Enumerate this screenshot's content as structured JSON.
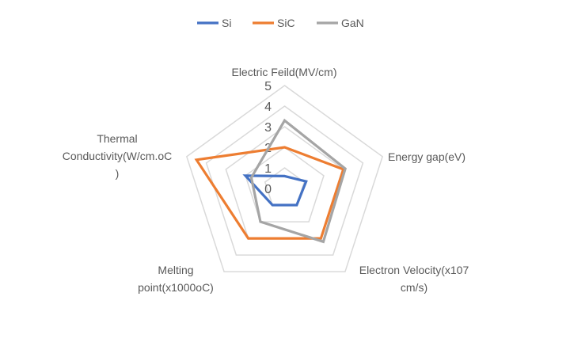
{
  "chart_data": {
    "type": "radar",
    "title": "",
    "axes": [
      {
        "label_lines": [
          "Electric Feild(MV/cm)"
        ]
      },
      {
        "label_lines": [
          "Energy gap(eV)"
        ]
      },
      {
        "label_lines": [
          "Electron Velocity(x107",
          "cm/s)"
        ]
      },
      {
        "label_lines": [
          "Melting",
          "point(x1000oC)"
        ]
      },
      {
        "label_lines": [
          "Thermal",
          "Conductivity(W/cm.oC",
          ")"
        ]
      }
    ],
    "rlim": [
      0,
      5
    ],
    "ticks": [
      "0",
      "1",
      "2",
      "3",
      "4",
      "5"
    ],
    "grid": true,
    "legend_position": "top",
    "series": [
      {
        "name": "Si",
        "color": "#4472c4",
        "values": [
          0.6,
          1.1,
          1.0,
          1.0,
          2.0
        ]
      },
      {
        "name": "SiC",
        "color": "#ed7d31",
        "values": [
          2.0,
          3.0,
          3.0,
          3.0,
          4.5
        ]
      },
      {
        "name": "GaN",
        "color": "#a5a5a5",
        "values": [
          3.3,
          3.1,
          3.2,
          2.0,
          1.7
        ]
      }
    ]
  }
}
